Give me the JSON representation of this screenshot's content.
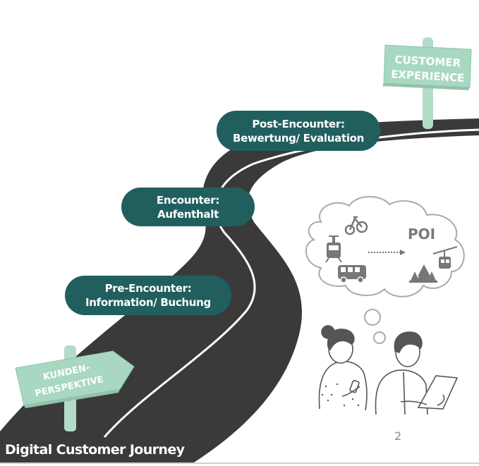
{
  "title": "Digital Customer Journey",
  "page_number": "2",
  "colors": {
    "road": "#3a3a3a",
    "lane_marking": "#ffffff",
    "stage_pill": "#215f5f",
    "sign": "#a8d8c2",
    "sign_post": "#b2dcc8",
    "icon_gray": "#777777",
    "cloud_outline": "#a9a9a9"
  },
  "signs": {
    "start": {
      "line1": "KUNDEN-",
      "line2": "PERSPEKTIVE"
    },
    "end": {
      "line1": "CUSTOMER",
      "line2": "EXPERIENCE"
    }
  },
  "stages": [
    {
      "name": "Pre-Encounter:",
      "detail": "Information/ Buchung"
    },
    {
      "name": "Encounter:",
      "detail": "Aufenthalt"
    },
    {
      "name": "Post-Encounter:",
      "detail": "Bewertung/ Evaluation"
    }
  ],
  "thought_cloud": {
    "destination_label": "POI",
    "icons": [
      "bicycle-icon",
      "tram-icon",
      "bus-icon",
      "dotted-arrow-icon",
      "forest-icon",
      "cable-car-icon"
    ]
  },
  "people": [
    "woman-with-phone",
    "man-with-laptop"
  ]
}
